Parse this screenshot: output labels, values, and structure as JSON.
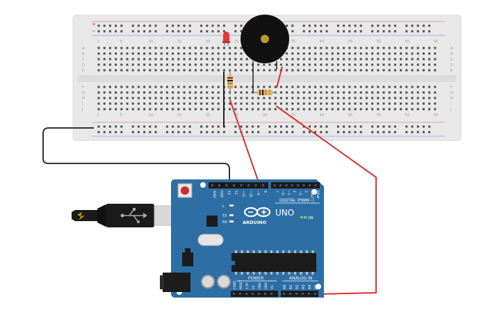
{
  "breadboard": {
    "col_numbers": [
      "1",
      "5",
      "10",
      "15",
      "20",
      "25",
      "30",
      "35",
      "40",
      "45",
      "50",
      "55",
      "60"
    ],
    "row_letters_top": [
      "A",
      "B",
      "C",
      "D",
      "E"
    ],
    "row_letters_bottom": [
      "F",
      "G",
      "H",
      "I",
      "J"
    ],
    "rail_plus": "+",
    "rail_minus": "−"
  },
  "arduino": {
    "brand": "ARDUINO",
    "model": "UNO",
    "digital_label": "DIGITAL (PWM~)",
    "power_label": "POWER",
    "analog_label": "ANALOG IN",
    "on_label": "ON",
    "led_labels": [
      "L",
      "TX",
      "RX"
    ],
    "digital_pins": [
      "AREF",
      "GND",
      "13",
      "12",
      "~11",
      "~10",
      "~9",
      "8",
      "7",
      "~6",
      "~5",
      "4",
      "~3",
      "2",
      "TX▸1",
      "RX◂0"
    ],
    "power_pins": [
      "IOREF",
      "RESET",
      "3.3V",
      "5V",
      "GND",
      "GND",
      "Vin"
    ],
    "analog_pins": [
      "A0",
      "A1",
      "A2",
      "A3",
      "A4",
      "A5"
    ]
  },
  "colors": {
    "wire_red": "#d93030",
    "wire_black": "#333333",
    "board_blue": "#2d6fa5",
    "breadboard": "#e9e9e9"
  }
}
